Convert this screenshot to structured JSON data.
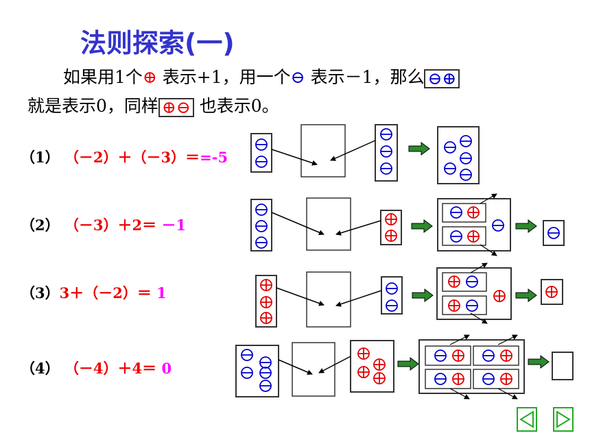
{
  "title": "法则探索(一)",
  "intro": {
    "line1_a": "如果用1个",
    "pos_symbol": "⊕",
    "line1_b": " 表示+1，用一个",
    "neg_symbol": "⊖",
    "line1_c": " 表示－1，那么",
    "pair1": "⊖⊕",
    "line2_a": "就是表示0，同样",
    "pair2": "⊕⊖",
    "line2_b": " 也表示0。"
  },
  "problems": [
    {
      "num": "（1）",
      "expr": "（－2）＋（－3）＝",
      "result": "=-5"
    },
    {
      "num": "（2）",
      "expr": "（－3）＋2＝",
      "result": "－1"
    },
    {
      "num": "（3）",
      "expr": "3＋（－2）＝",
      "result": "1"
    },
    {
      "num": "（4）",
      "expr": "（－4）＋4＝",
      "result": "0"
    }
  ],
  "symbols": {
    "plus": "⊕",
    "minus": "⊖"
  },
  "colors": {
    "title": "#3333cc",
    "positive": "#e00000",
    "negative": "#0000cc",
    "result": "#ff00ff",
    "nav": "#22aa22",
    "arrow": "#2d8a2d"
  },
  "nav": {
    "prev_icon": "left-triangle-icon",
    "next_icon": "right-triangle-icon"
  }
}
